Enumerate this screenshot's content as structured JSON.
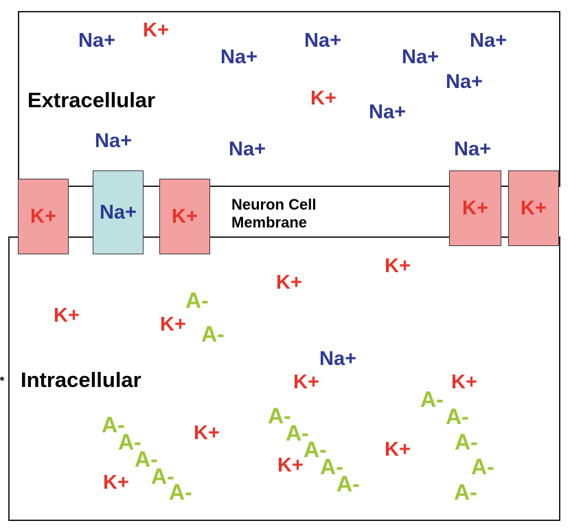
{
  "labels": {
    "extracellular": "Extracellular",
    "intracellular": "Intracellular",
    "membrane_line1": "Neuron Cell",
    "membrane_line2": "Membrane"
  },
  "ions": {
    "na": "Na+",
    "k": "K+",
    "anion": "A-"
  },
  "channels": {
    "k": "K+",
    "na": "Na+"
  },
  "colors": {
    "sodium": "#2e3a93",
    "potassium": "#e8332a",
    "anion": "#9dc537",
    "k_channel_fill": "#f2a0a0",
    "na_channel_fill": "#bfe0e0"
  }
}
